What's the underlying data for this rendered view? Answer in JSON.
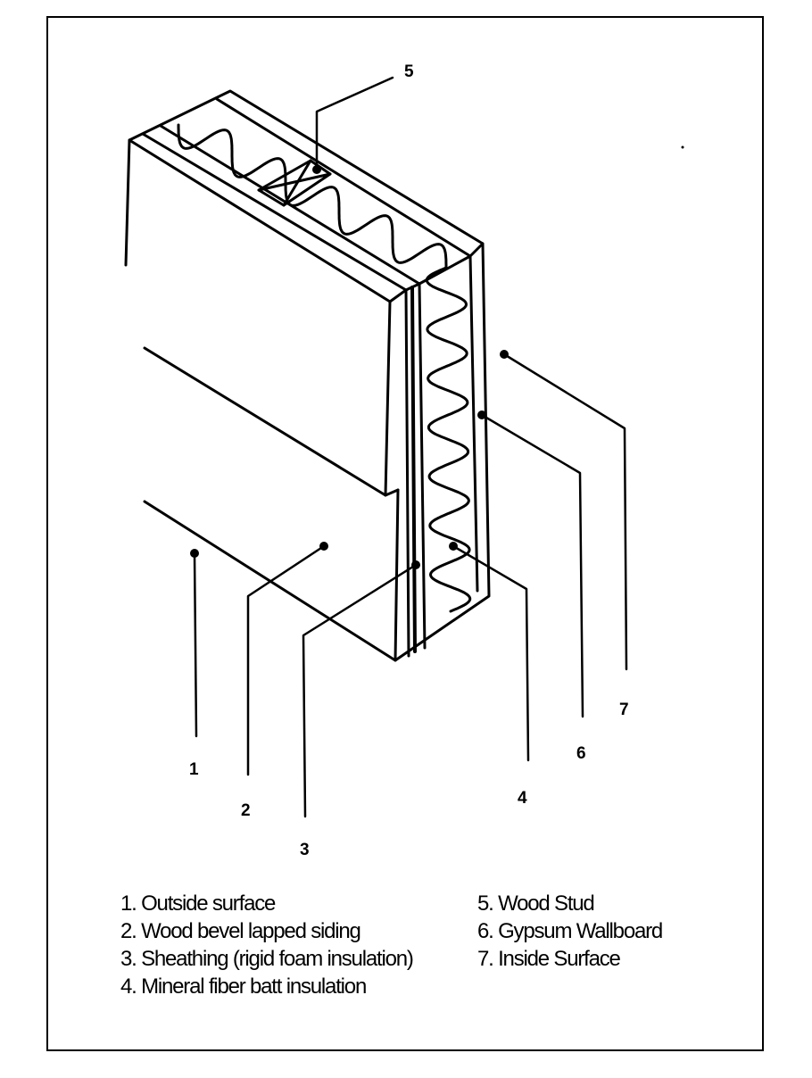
{
  "diagram": {
    "callouts": [
      "1",
      "2",
      "3",
      "4",
      "5",
      "6",
      "7"
    ],
    "legend_left": [
      "1. Outside surface",
      "2. Wood bevel lapped siding",
      "3. Sheathing (rigid foam insulation)",
      "4. Mineral fiber batt insulation"
    ],
    "legend_right": [
      "5. Wood Stud",
      "6. Gypsum Wallboard",
      "7. Inside Surface"
    ]
  }
}
